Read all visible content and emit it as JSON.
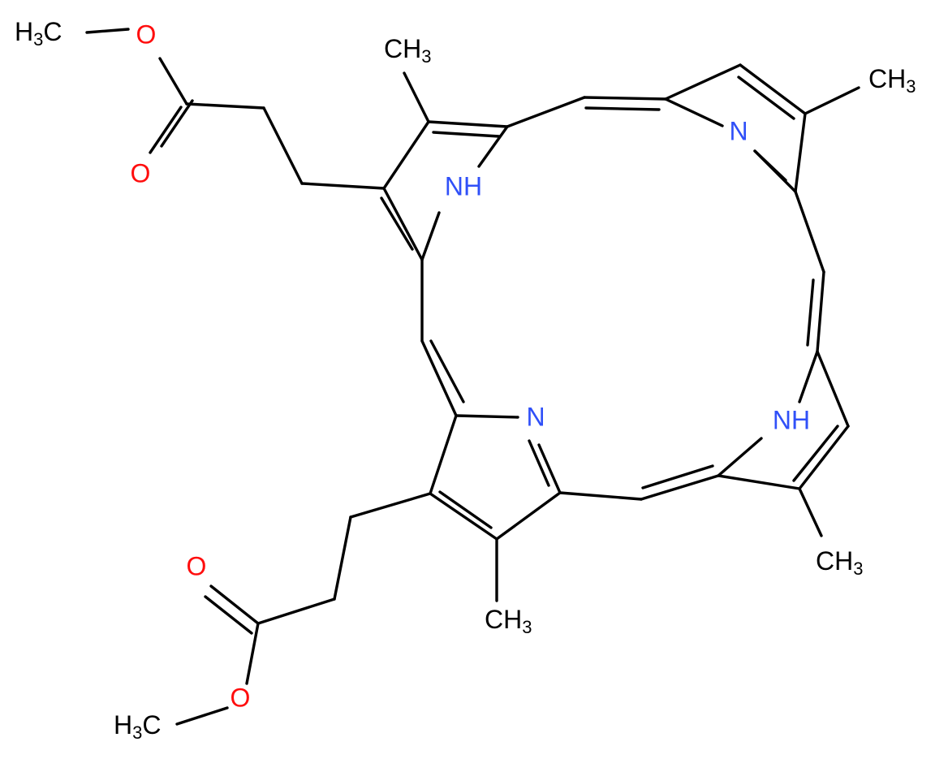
{
  "molecule": {
    "atoms": {
      "nh_top": "NH",
      "n_top_right": "N",
      "nh_bottom_right": "NH",
      "n_bottom": "N",
      "o_top_ester": "O",
      "o_top_carbonyl": "O",
      "o_bottom_carbonyl": "O",
      "o_bottom_ester": "O"
    },
    "methyls": {
      "ch3_top_ester": {
        "main": "H",
        "sub": "3",
        "tail": "C"
      },
      "ch3_top": {
        "main": "CH",
        "sub": "3"
      },
      "ch3_top_right": {
        "main": "CH",
        "sub": "3"
      },
      "ch3_bottom_right": {
        "main": "CH",
        "sub": "3"
      },
      "ch3_bottom": {
        "main": "CH",
        "sub": "3"
      },
      "ch3_bottom_ester": {
        "main": "H",
        "sub": "3",
        "tail": "C"
      }
    },
    "colors": {
      "bond": "#000000",
      "nitrogen": "#3050f8",
      "oxygen": "#ff0d0d",
      "carbon": "#000000"
    }
  }
}
